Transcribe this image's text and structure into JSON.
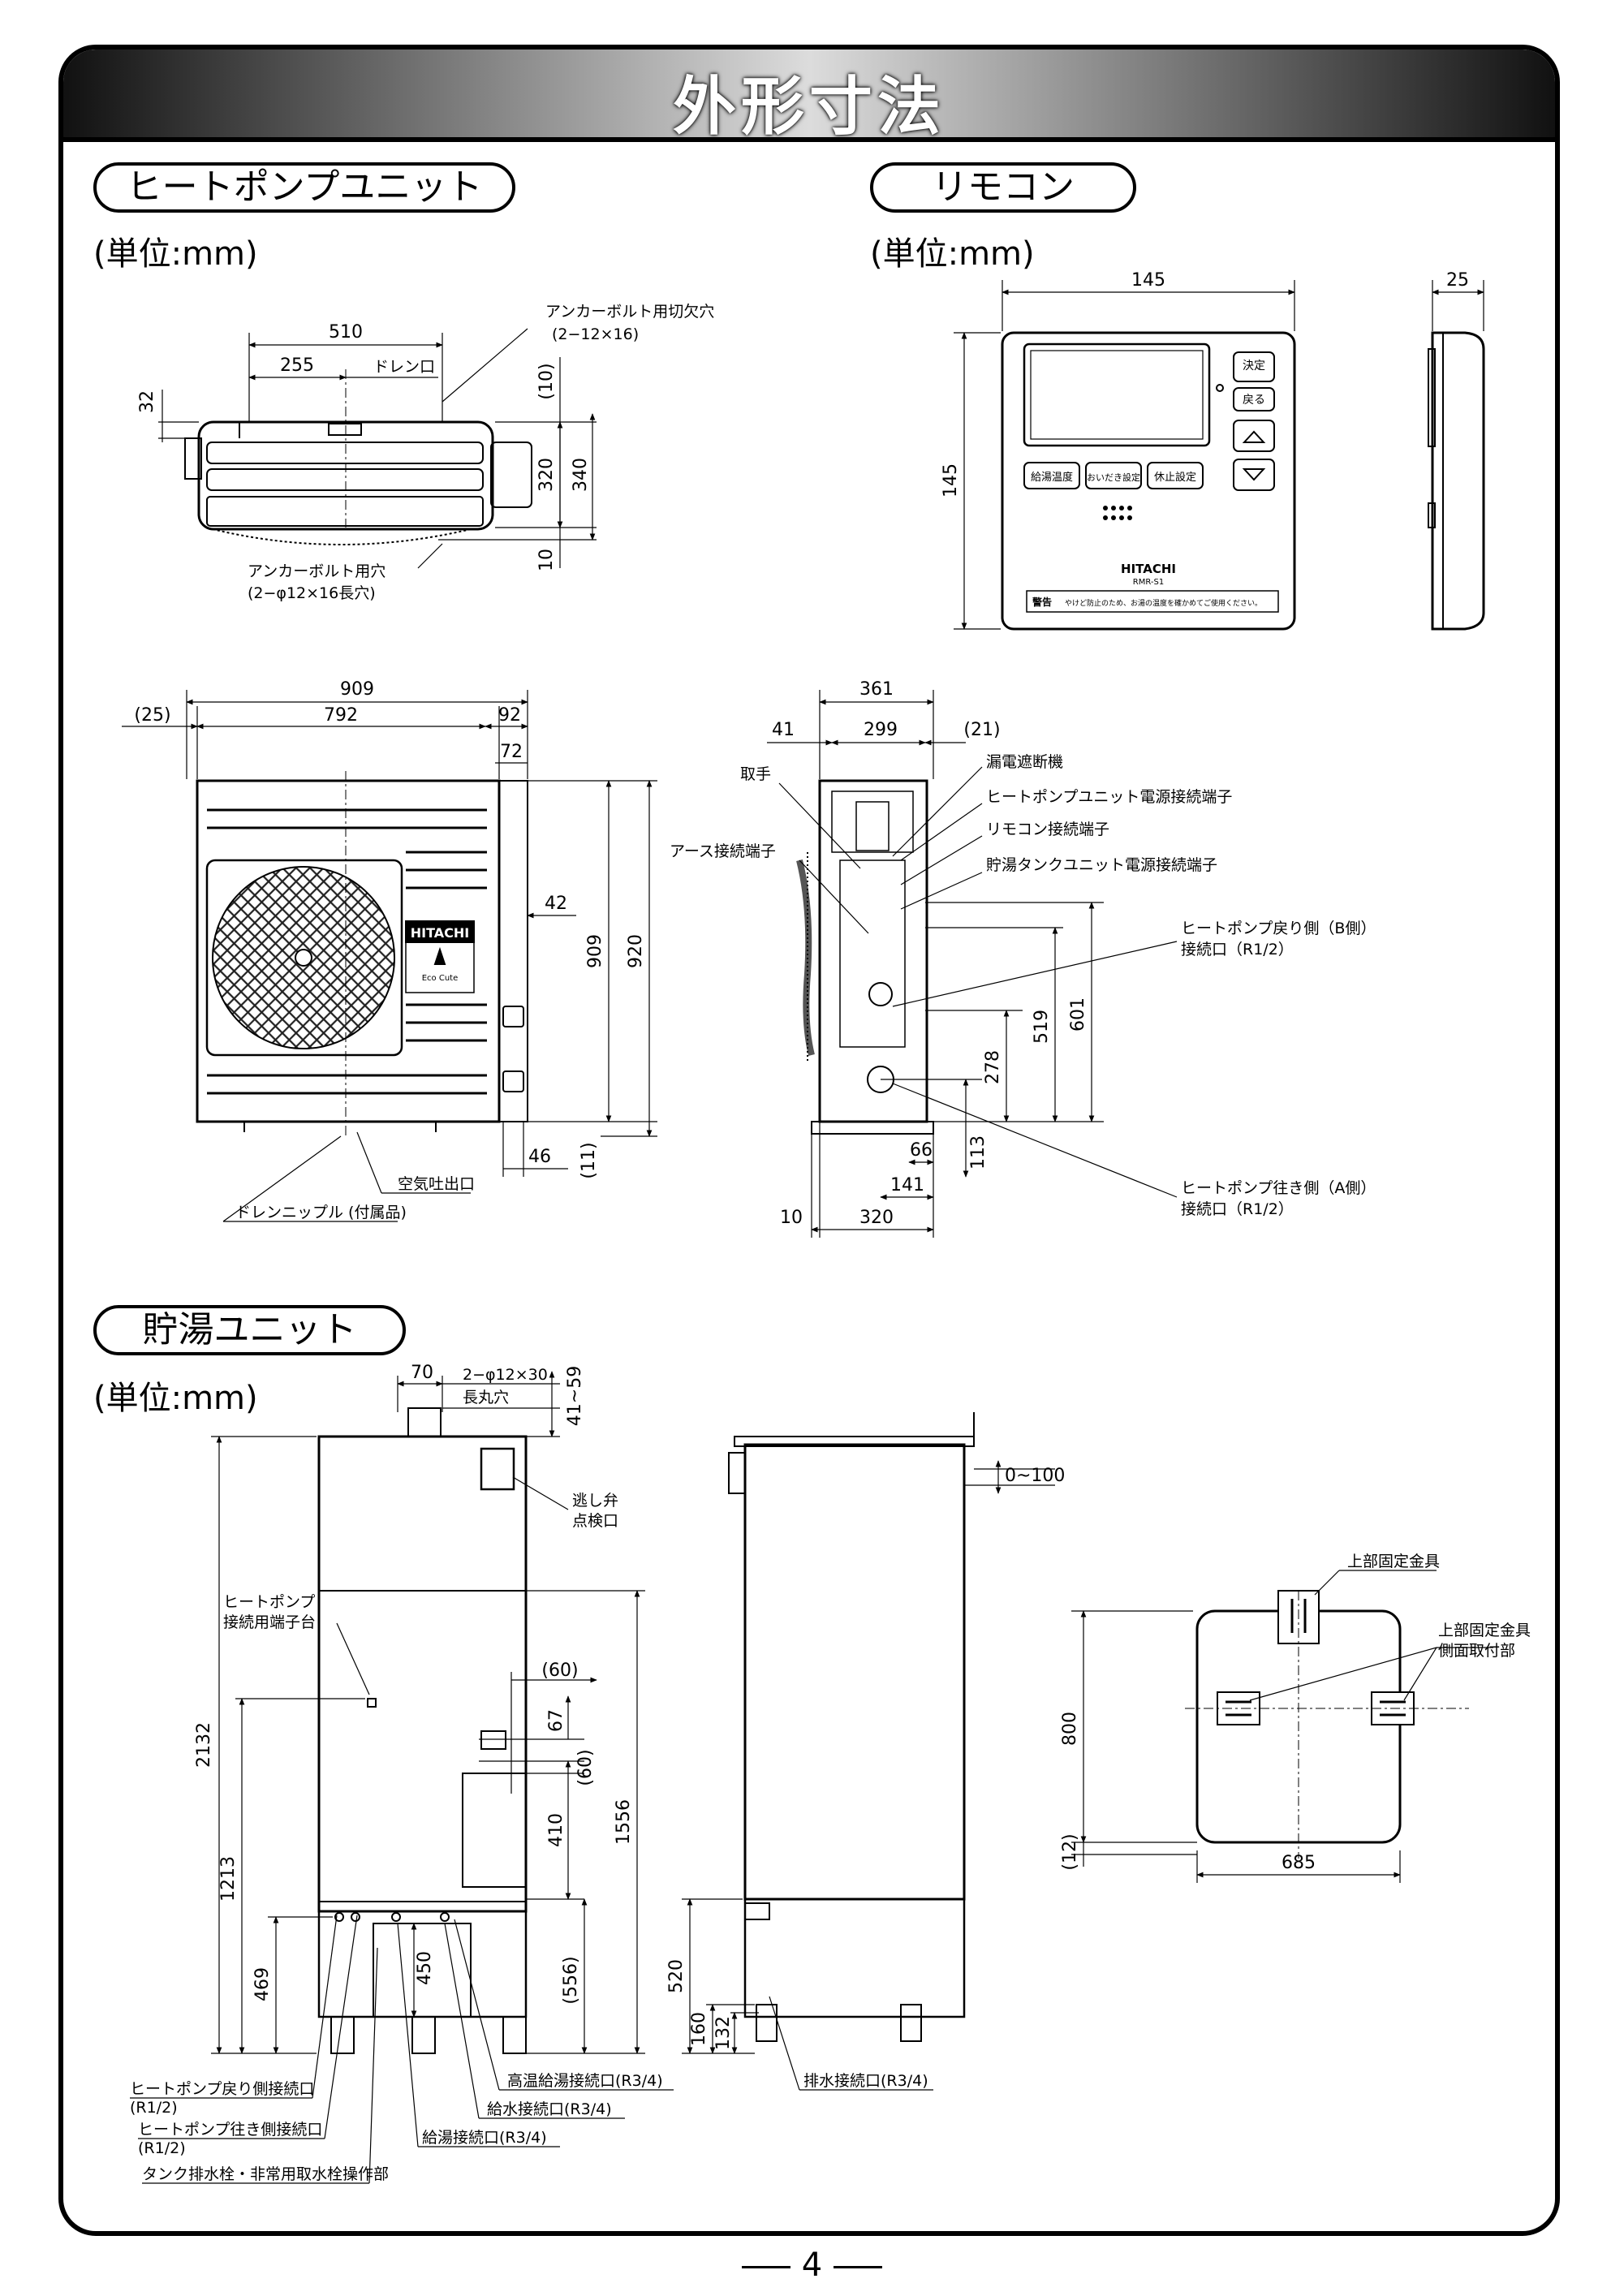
{
  "page": {
    "title": "外形寸法",
    "page_number": "4"
  },
  "sections": {
    "heat_pump": {
      "label": "ヒートポンプユニット",
      "unit": "(単位:mm)"
    },
    "remote": {
      "label": "リモコン",
      "unit": "(単位:mm)"
    },
    "tank": {
      "label": "貯湯ユニット",
      "unit": "(単位:mm)"
    }
  },
  "heat_pump_top": {
    "dims": {
      "width": "510",
      "half": "255",
      "depth32": "32",
      "d10a": "(10)",
      "d320": "320",
      "d340": "340",
      "d10b": "10"
    },
    "labels": {
      "drain": "ドレン口",
      "anchor_notch": "アンカーボルト用切欠穴",
      "anchor_notch_spec": "(2−12×16)",
      "anchor_hole": "アンカーボルト用穴",
      "anchor_hole_spec": "(2−φ12×16長穴)"
    }
  },
  "heat_pump_front": {
    "dims": {
      "total": "909",
      "left25": "(25)",
      "body": "792",
      "right92": "92",
      "d72": "72",
      "d42": "42",
      "h909": "909",
      "h920": "920",
      "d46": "46",
      "d11": "(11)"
    },
    "labels": {
      "air_outlet": "空気吐出口",
      "drain_nipple": "ドレンニップル (付属品)",
      "brand": "HITACHI",
      "sub_brand": "Eco Cute"
    }
  },
  "heat_pump_side": {
    "dims": {
      "total": "361",
      "d41": "41",
      "d299": "299",
      "d21": "(21)",
      "h601": "601",
      "h519": "519",
      "h278": "278",
      "h113": "113",
      "d66": "66",
      "d141": "141",
      "d10": "10",
      "d320": "320"
    },
    "labels": {
      "handle": "取手",
      "earth": "アース接続端子",
      "breaker": "漏電遮断機",
      "hp_power": "ヒートポンプユニット電源接続端子",
      "remote_terminal": "リモコン接続端子",
      "tank_power": "貯湯タンクユニット電源接続端子",
      "return_b": "ヒートポンプ戻り側（B側）",
      "return_b_port": "接続口（R1/2）",
      "supply_a": "ヒートポンプ往き側（A側）",
      "supply_a_port": "接続口（R1/2）"
    }
  },
  "remote": {
    "dims": {
      "width": "145",
      "height": "145",
      "depth": "25"
    },
    "buttons": [
      "給湯温度",
      "おいだき設定",
      "休止設定"
    ],
    "side_buttons": [
      "決定",
      "戻る"
    ],
    "brand": "HITACHI",
    "model": "RMR-S1",
    "warning_tag": "警告",
    "warning_text": "やけど防止のため、お湯の温度を確かめてご使用ください。"
  },
  "tank_front": {
    "dims": {
      "d70": "70",
      "slot": "2−φ12×30",
      "slot_type": "長丸穴",
      "d41_59": "41~59",
      "h2132": "2132",
      "h1213": "1213",
      "h469": "469",
      "d60a": "(60)",
      "d67": "67",
      "d60b": "(60)",
      "h410": "410",
      "h1556": "1556",
      "h450": "450",
      "h556": "(556)"
    },
    "labels": {
      "relief_valve": "逃し弁",
      "relief_inspect": "点検口",
      "hp_terminal": "ヒートポンプ",
      "hp_terminal_2": "接続用端子台",
      "hp_return": "ヒートポンプ戻り側接続口",
      "hp_return_spec": "(R1/2)",
      "hp_supply": "ヒートポンプ往き側接続口",
      "hp_supply_spec": "(R1/2)",
      "drain_valve": "タンク排水栓・非常用取水栓操作部",
      "hot_supply": "給湯接続口(R3/4)",
      "water_supply": "給水接続口(R3/4)",
      "high_temp": "高温給湯接続口(R3/4)"
    }
  },
  "tank_side": {
    "dims": {
      "d0_100": "0~100",
      "h520": "520",
      "h160": "160",
      "h132": "132"
    },
    "labels": {
      "drain": "排水接続口(R3/4)"
    }
  },
  "tank_top": {
    "dims": {
      "h800": "800",
      "d12": "(12)",
      "d685": "685"
    },
    "labels": {
      "fixture": "上部固定金具",
      "fixture_side": "上部固定金具",
      "fixture_side_2": "側面取付部"
    }
  }
}
